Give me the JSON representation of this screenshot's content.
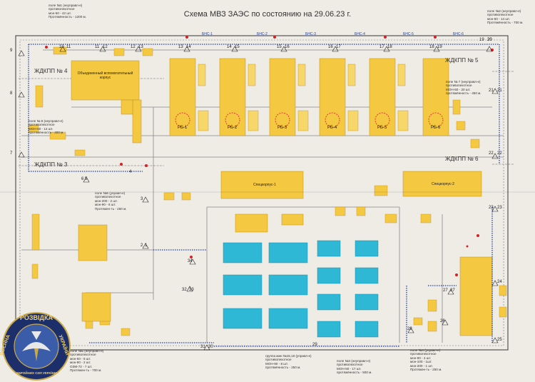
{
  "title": "Схема МВЗ ЗАЭС по состоянию на 29.06.23 г.",
  "notes": [
    {
      "text": "поле №1 (неуправл-е)\nпротивопехотное\nмон-50 - 42 шт.\nПротяжённость - 1200 м."
    },
    {
      "text": "поле №2 (неуправл-е)\nпротивопехотное\nмон-50 - 14 шт.\nПротяжённость - 700 м."
    },
    {
      "text": "поле № 8 (неуправл-е)\nпротивопехотное\nМОН-50 - 14 шт.\nпротяжённость - 400 м."
    },
    {
      "text": "поле № 7 (неуправл-е)\nпротивопехотное\nМОН-50 - 20 шт.\nпротяжённость - 450 м."
    },
    {
      "text": "поле №6 (управл-е)\nпротивопехотное\nмон-200 - 2 шт.\nмон-90 - 6 шт.\nПротяжен-ть - 250 м."
    },
    {
      "text": "поле №5 (неуправл-е)\nпротивопехотное\nмон-50 - 5 шт.\nмон-90 - 2 шт.\nОЗМ-72 - 7 шт.\nПротяжен-ть - 700 м."
    },
    {
      "text": "группа мин №15,16 (управл-е)\nпротивопехотное\nМОН-90 - 8 шт.\nпротяжённость - 250 м."
    },
    {
      "text": "поле №3 (неуправл-е)\nпротивопехотное\nМОН-50 - 17 шт.\nпротяжённость - 500 м."
    },
    {
      "text": "поле №4 (управл-е)\nпротивопехотное\nмон-90 - 4 шт.\nмон-100 - 1шт.\nмон-200 - 1 шт.\nПротяжен-ть - 250 м."
    }
  ],
  "checkpoints": [
    "ЖДКПП № 4",
    "ЖДКПП № 5",
    "ЖДКПП № 3",
    "ЖДКПП № 6"
  ],
  "gate_numbers": [
    "10",
    "11",
    "11",
    "12",
    "12",
    "13",
    "13",
    "14",
    "14",
    "15",
    "15",
    "16",
    "16",
    "17",
    "17",
    "18",
    "18",
    "19",
    "19",
    "20",
    "9",
    "8",
    "7",
    "6",
    "5",
    "4",
    "3",
    "2",
    "1",
    "20",
    "21",
    "21",
    "22",
    "22",
    "23",
    "23",
    "24",
    "25",
    "26",
    "27",
    "27",
    "28",
    "29",
    "30",
    "31",
    "32",
    "33",
    "34"
  ],
  "buildings": {
    "admin": "Объединенный вспомогательный корпус",
    "units": [
      "РБ-1",
      "РБ-2",
      "РБ-3",
      "РБ-4",
      "РБ-5",
      "РБ-6"
    ],
    "spetskorpus": [
      "Спецкорпус-1",
      "Спецкорпус-2"
    ],
    "bns": [
      "БНС-1",
      "БНС-2",
      "БНС-3",
      "БНС-4",
      "БНС-5",
      "БНС-6"
    ]
  },
  "emblem": {
    "text_top": "РОЗВІДКА",
    "text_left": "ВОЄННА",
    "text_right": "УКРАЇНИ",
    "text_bottom": "ЗБРОЙНИХ СИЛ УКРАЇНИ"
  },
  "colors": {
    "paper": "#efece6",
    "building": "#f5c842",
    "pond": "#2fb7d6",
    "road": "#8b8b8b",
    "mine": "#1f3fb3",
    "accent": "#d81f26"
  }
}
